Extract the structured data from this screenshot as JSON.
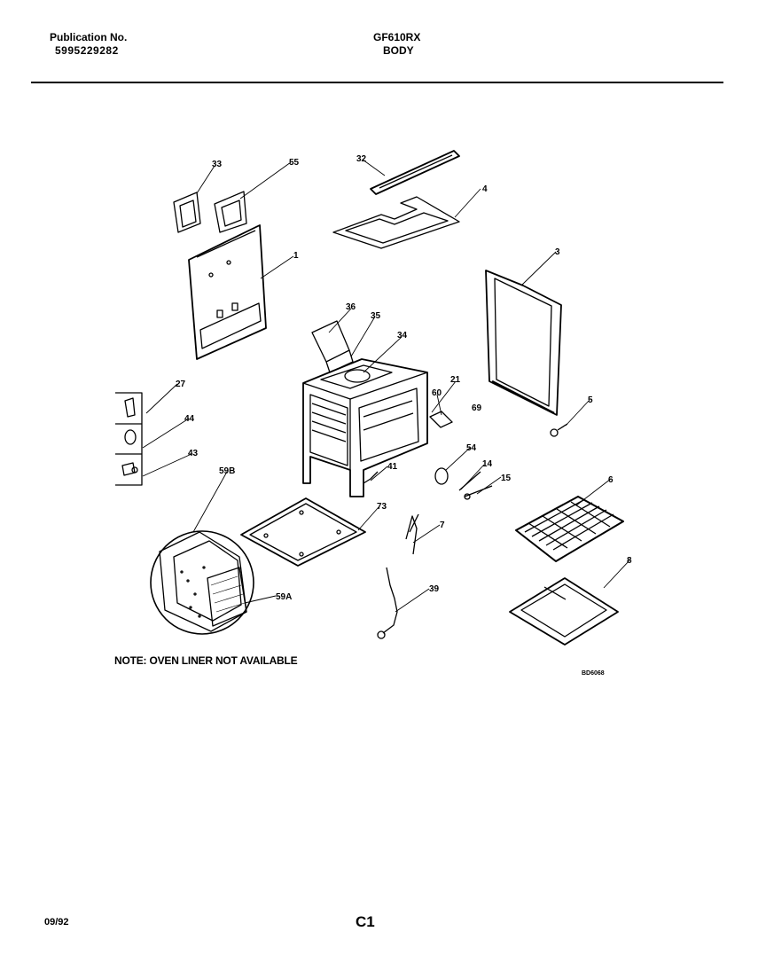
{
  "header": {
    "publication_label": "Publication No.",
    "publication_number": "5995229282",
    "model": "GF610RX",
    "section": "BODY"
  },
  "callouts": {
    "c33": "33",
    "c55": "55",
    "c32": "32",
    "c4": "4",
    "c1": "1",
    "c3": "3",
    "c36": "36",
    "c35": "35",
    "c34": "34",
    "c21": "21",
    "c69": "69",
    "c60": "60",
    "c27": "27",
    "c44": "44",
    "c43": "43",
    "c5": "5",
    "c54": "54",
    "c14": "14",
    "c15": "15",
    "c41": "41",
    "c6": "6",
    "c59B": "59B",
    "c73": "73",
    "c7": "7",
    "c8": "8",
    "c39": "39",
    "c59A": "59A"
  },
  "note": "NOTE: OVEN LINER NOT AVAILABLE",
  "drawing_code": "BD6068",
  "footer": {
    "date": "09/92",
    "page_code": "C1"
  }
}
